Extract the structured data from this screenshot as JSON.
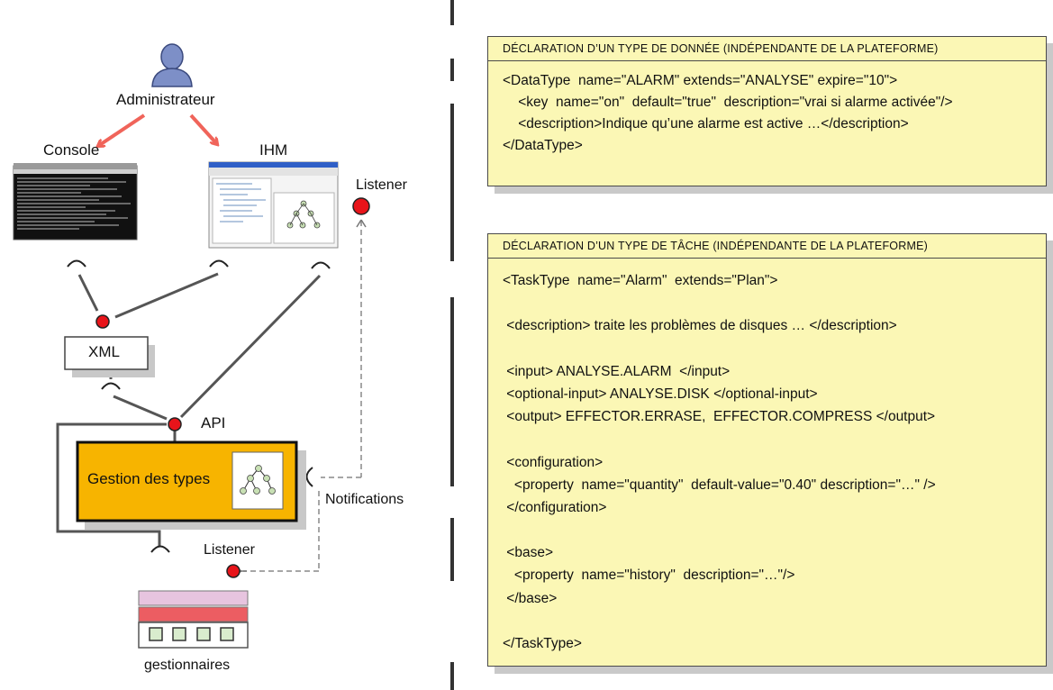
{
  "left_diagram": {
    "administrator_label": "Administrateur",
    "console_label": "Console",
    "ihm_label": "IHM",
    "listener_top_label": "Listener",
    "xml_label": "XML",
    "api_label": "API",
    "gestion_label": "Gestion des types",
    "notifications_label": "Notifications",
    "listener_bottom_label": "Listener",
    "gestionnaires_label": "gestionnaires",
    "colors": {
      "arrow": "#f0645a",
      "socket_red": "#e8141a",
      "gestion_fill": "#f7b400",
      "manager_top": "#e7c4df",
      "manager_mid": "#ec5d62",
      "manager_squares": "#d9eccd"
    }
  },
  "datatype_box": {
    "header": "DÉCLARATION D’UN TYPE DE DONNÉE (INDÉPENDANTE DE LA PLATEFORME)",
    "lines": [
      "<DataType  name=\"ALARM\" extends=\"ANALYSE\" expire=\"10\">",
      "    <key  name=\"on\"  default=\"true\"  description=\"vrai si alarme activée\"/>",
      "    <description>Indique qu’une alarme est active …</description>",
      "</DataType>"
    ]
  },
  "tasktype_box": {
    "header": "DÉCLARATION D’UN TYPE DE TÂCHE (INDÉPENDANTE DE LA PLATEFORME)",
    "lines": [
      "<TaskType  name=\"Alarm\"  extends=\"Plan\">",
      "",
      " <description> traite les problèmes de disques … </description>",
      "",
      " <input> ANALYSE.ALARM  </input>",
      " <optional-input> ANALYSE.DISK </optional-input>",
      " <output> EFFECTOR.ERRASE,  EFFECTOR.COMPRESS </output>",
      "",
      " <configuration>",
      "   <property  name=\"quantity\"  default-value=\"0.40\" description=\"…\" />",
      " </configuration>",
      "",
      " <base>",
      "   <property  name=\"history\"  description=\"…\"/>",
      " </base>",
      "",
      "</TaskType>"
    ]
  }
}
